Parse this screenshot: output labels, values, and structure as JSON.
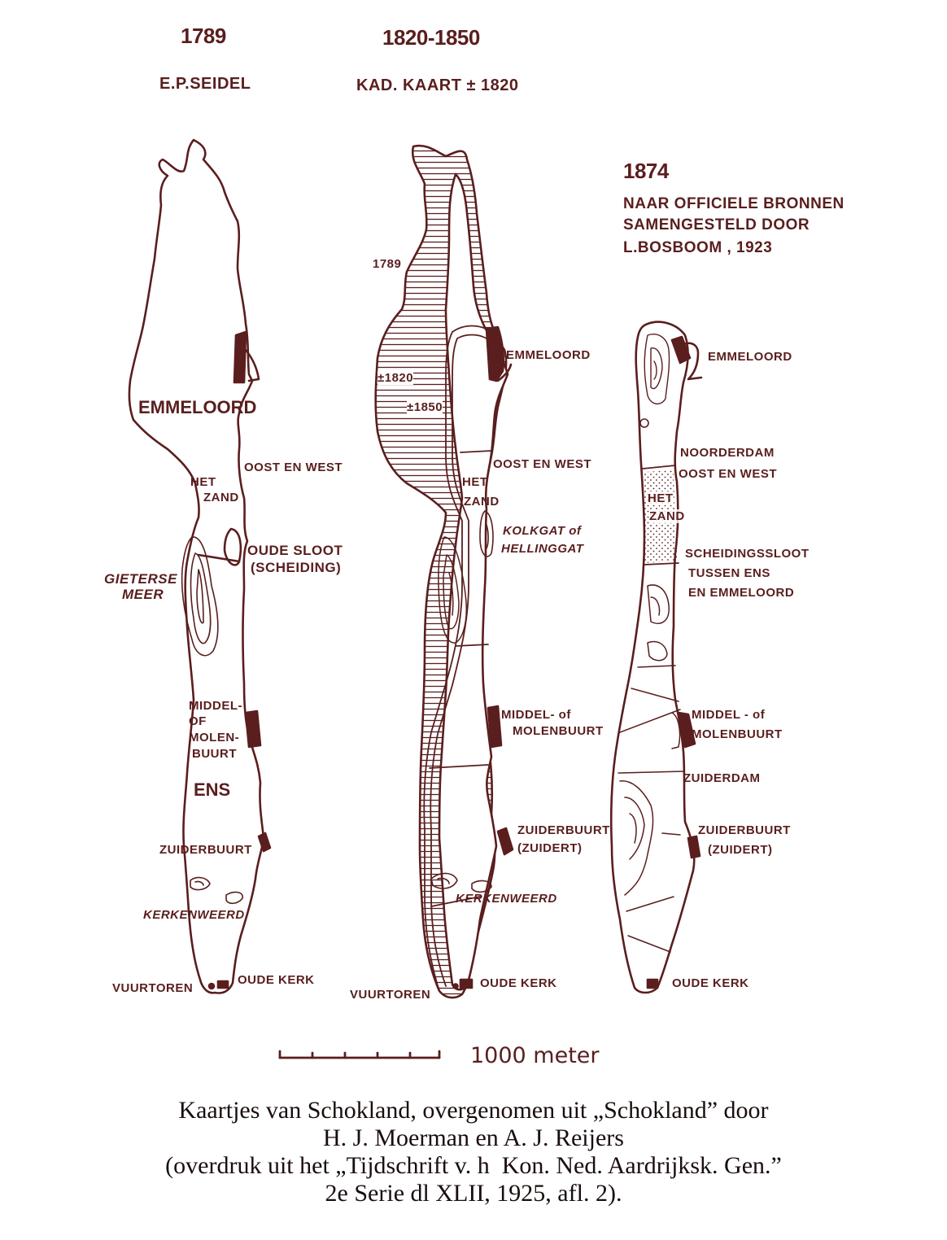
{
  "headers": {
    "map1": {
      "year": "1789",
      "source": "E.P.SEIDEL"
    },
    "map2": {
      "year": "1820-1850",
      "source": "KAD. KAART ± 1820"
    },
    "map3": {
      "year": "1874",
      "source_lines": [
        "NAAR OFFICIELE BRONNEN",
        "SAMENGESTELD DOOR",
        "L.BOSBOOM , 1923"
      ]
    }
  },
  "map1_labels": {
    "emmeloord": "EMMELOORD",
    "oost_en_west": "OOST EN WEST",
    "het_zand_1": "HET",
    "het_zand_2": "ZAND",
    "oude_sloot_1": "OUDE SLOOT",
    "oude_sloot_2": "(SCHEIDING)",
    "gieterse_1": "GIETERSE",
    "gieterse_2": "MEER",
    "middel_1": "MIDDEL-",
    "middel_2": "OF",
    "middel_3": "MOLEN-",
    "middel_4": "BUURT",
    "ens": "ENS",
    "zuiderbuurt": "ZUIDERBUURT",
    "kerkenweerd": "KERKENWEERD",
    "vuurtoren": "VUURTOREN",
    "oude_kerk": "OUDE KERK"
  },
  "map2_labels": {
    "y1789": "1789",
    "y1820": "±1820",
    "y1850": "±1850",
    "emmeloord": "EMMELOORD",
    "oost_en_west": "OOST EN WEST",
    "het_zand_1": "HET",
    "het_zand_2": "ZAND",
    "kolkgat_1": "KOLKGAT of",
    "kolkgat_2": "HELLINGGAT",
    "middel_1": "MIDDEL- of",
    "middel_2": "MOLENBUURT",
    "zuiderbuurt_1": "ZUIDERBUURT",
    "zuiderbuurt_2": "(ZUIDERT)",
    "kerkenweerd": "KERKENWEERD",
    "oude_kerk": "OUDE KERK",
    "vuurtoren": "VUURTOREN"
  },
  "map3_labels": {
    "emmeloord": "EMMELOORD",
    "noorderdam": "NOORDERDAM",
    "oost_en_west": "OOST EN WEST",
    "het_zand_1": "HET",
    "het_zand_2": "ZAND",
    "scheiding_1": "SCHEIDINGSSLOOT",
    "scheiding_2": "TUSSEN ENS",
    "scheiding_3": "EN EMMELOORD",
    "middel_1": "MIDDEL - of",
    "middel_2": "MOLENBUURT",
    "zuiderdam": "ZUIDERDAM",
    "zuiderbuurt_1": "ZUIDERBUURT",
    "zuiderbuurt_2": "(ZUIDERT)",
    "oude_kerk": "OUDE KERK"
  },
  "scale": {
    "label": "1000 meter"
  },
  "caption": {
    "line1": "Kaartjes van Schokland, overgenomen uit „Schokland” door",
    "line2": "H. J. Moerman en A. J. Reijers",
    "line3": "(overdruk uit het „Tijdschrift v. h  Kon. Ned. Aardrijksk. Gen.”",
    "line4": "2e Serie dl XLII, 1925, afl. 2)."
  },
  "colors": {
    "ink": "#5a1e1e",
    "caption_text": "#1a0d0d",
    "background": "#ffffff"
  }
}
